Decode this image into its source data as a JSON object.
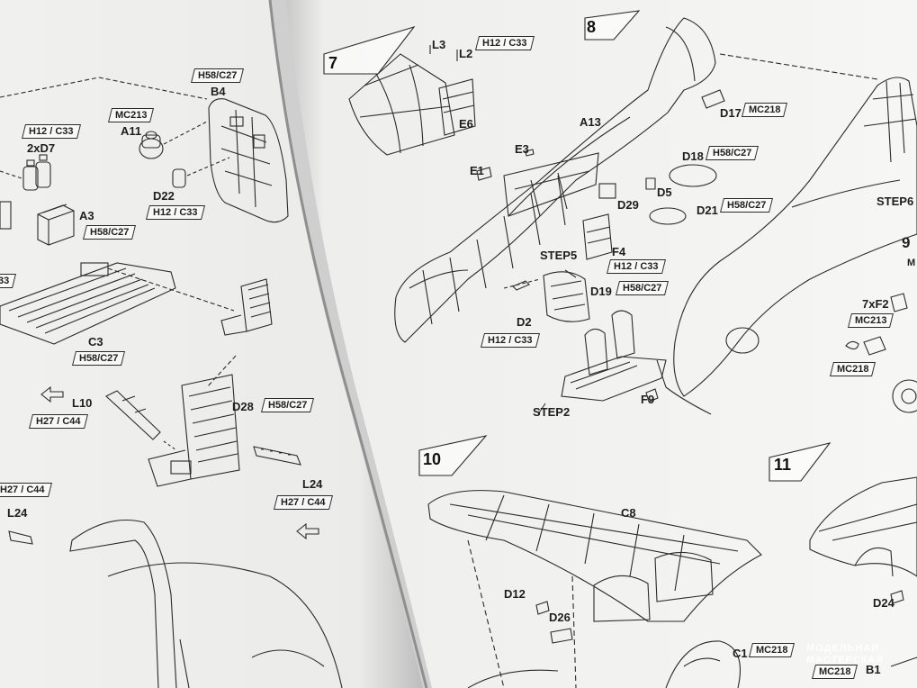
{
  "labels": {
    "l3": "L3",
    "l2": "L2",
    "b4": "B4",
    "a11": "A11",
    "d7": "2xD7",
    "a3": "A3",
    "d22": "D22",
    "c3": "C3",
    "l10": "L10",
    "d28": "D28",
    "l24a": "L24",
    "l24b": "L24",
    "e6": "E6",
    "a13": "A13",
    "e3": "E3",
    "e1": "E1",
    "d17": "D17",
    "d18": "D18",
    "d5": "D5",
    "d29": "D29",
    "d21": "D21",
    "step6": "STEP6",
    "f4": "F4",
    "step5": "STEP5",
    "d19": "D19",
    "d2": "D2",
    "step2": "STEP2",
    "f9": "F9",
    "f2": "7xF2",
    "c8": "C8",
    "d12": "D12",
    "d26": "D26",
    "d24": "D24",
    "c1": "C1",
    "b1": "B1",
    "nine": "9",
    "m": "M"
  },
  "boxes": {
    "h58c27_b4": "H58/C27",
    "mc213_a11": "MC213",
    "h12c33_d7": "H12 / C33",
    "h58c27_a3": "H58/C27",
    "h12c33_d22": "H12 / C33",
    "h58c27_c3": "H58/C27",
    "h27c44_l10": "H27 / C44",
    "h58c27_d28": "H58/C27",
    "h27c44_left": "H27 / C44",
    "h27c44_l24": "H27 / C44",
    "h12c33_l2": "H12 / C33",
    "mc218_d17": "MC218",
    "h58c27_d18": "H58/C27",
    "h58c27_d21": "H58/C27",
    "h12c33_f4": "H12 / C33",
    "h58c27_d19": "H58/C27",
    "h12c33_d2": "H12 / C33",
    "mc213_f2": "MC213",
    "mc218_right": "MC218",
    "mc218_c1": "MC218",
    "mc218_b1": "MC218",
    "edge_33": "33"
  },
  "steps": {
    "s7": "7",
    "s8": "8",
    "s10": "10",
    "s11": "11"
  },
  "watermark": {
    "line1": "МОДЕЛЬНАЯ",
    "line2": "МАСТЕРСКАЯ"
  },
  "colors": {
    "paper": "#f4f4f2",
    "ink": "#2a2a2a",
    "gutter": "#9a9a9a"
  }
}
